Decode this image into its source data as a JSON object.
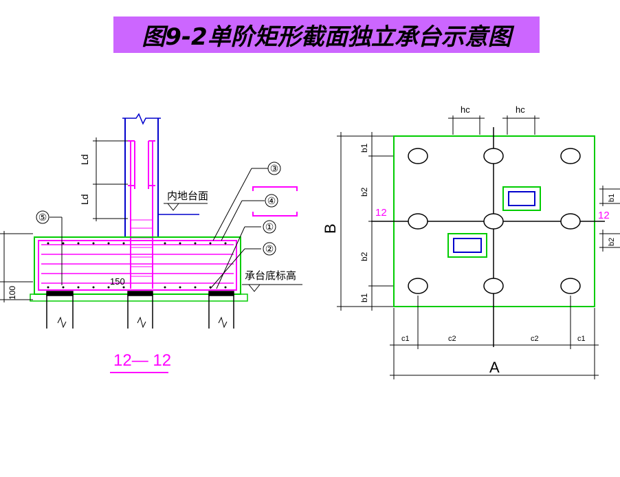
{
  "title": "图9-2单阶矩形截面独立承台示意图",
  "section": {
    "label": "12— 12",
    "lbl_ld1": "Ld",
    "lbl_ld2": "Ld",
    "lbl_top": "内地台面",
    "lbl_bottom": "承台底标高",
    "lbl_150": "150",
    "lbl_100": "100",
    "callouts": [
      "③",
      "④",
      "①",
      "②",
      "⑤"
    ]
  },
  "plan": {
    "lbl_A": "A",
    "lbl_B": "B",
    "lbl_hc1": "hc",
    "lbl_hc2": "hc",
    "lbl_12_left": "12",
    "lbl_12_right": "12",
    "lbl_b1_top": "b1",
    "lbl_b2_a": "b2",
    "lbl_b2_b": "b2",
    "lbl_b1_bottom": "b1",
    "lbl_right_b1": "b1",
    "lbl_right_b2": "b2",
    "lbl_c1_left": "c1",
    "lbl_c2_a": "c2",
    "lbl_c2_b": "c2",
    "lbl_c1_right": "c1"
  },
  "colors": {
    "title_bg": "#cc66ff",
    "green": "#00cc00",
    "magenta": "#ff00ff",
    "blue": "#0000cc",
    "black": "#000000"
  }
}
